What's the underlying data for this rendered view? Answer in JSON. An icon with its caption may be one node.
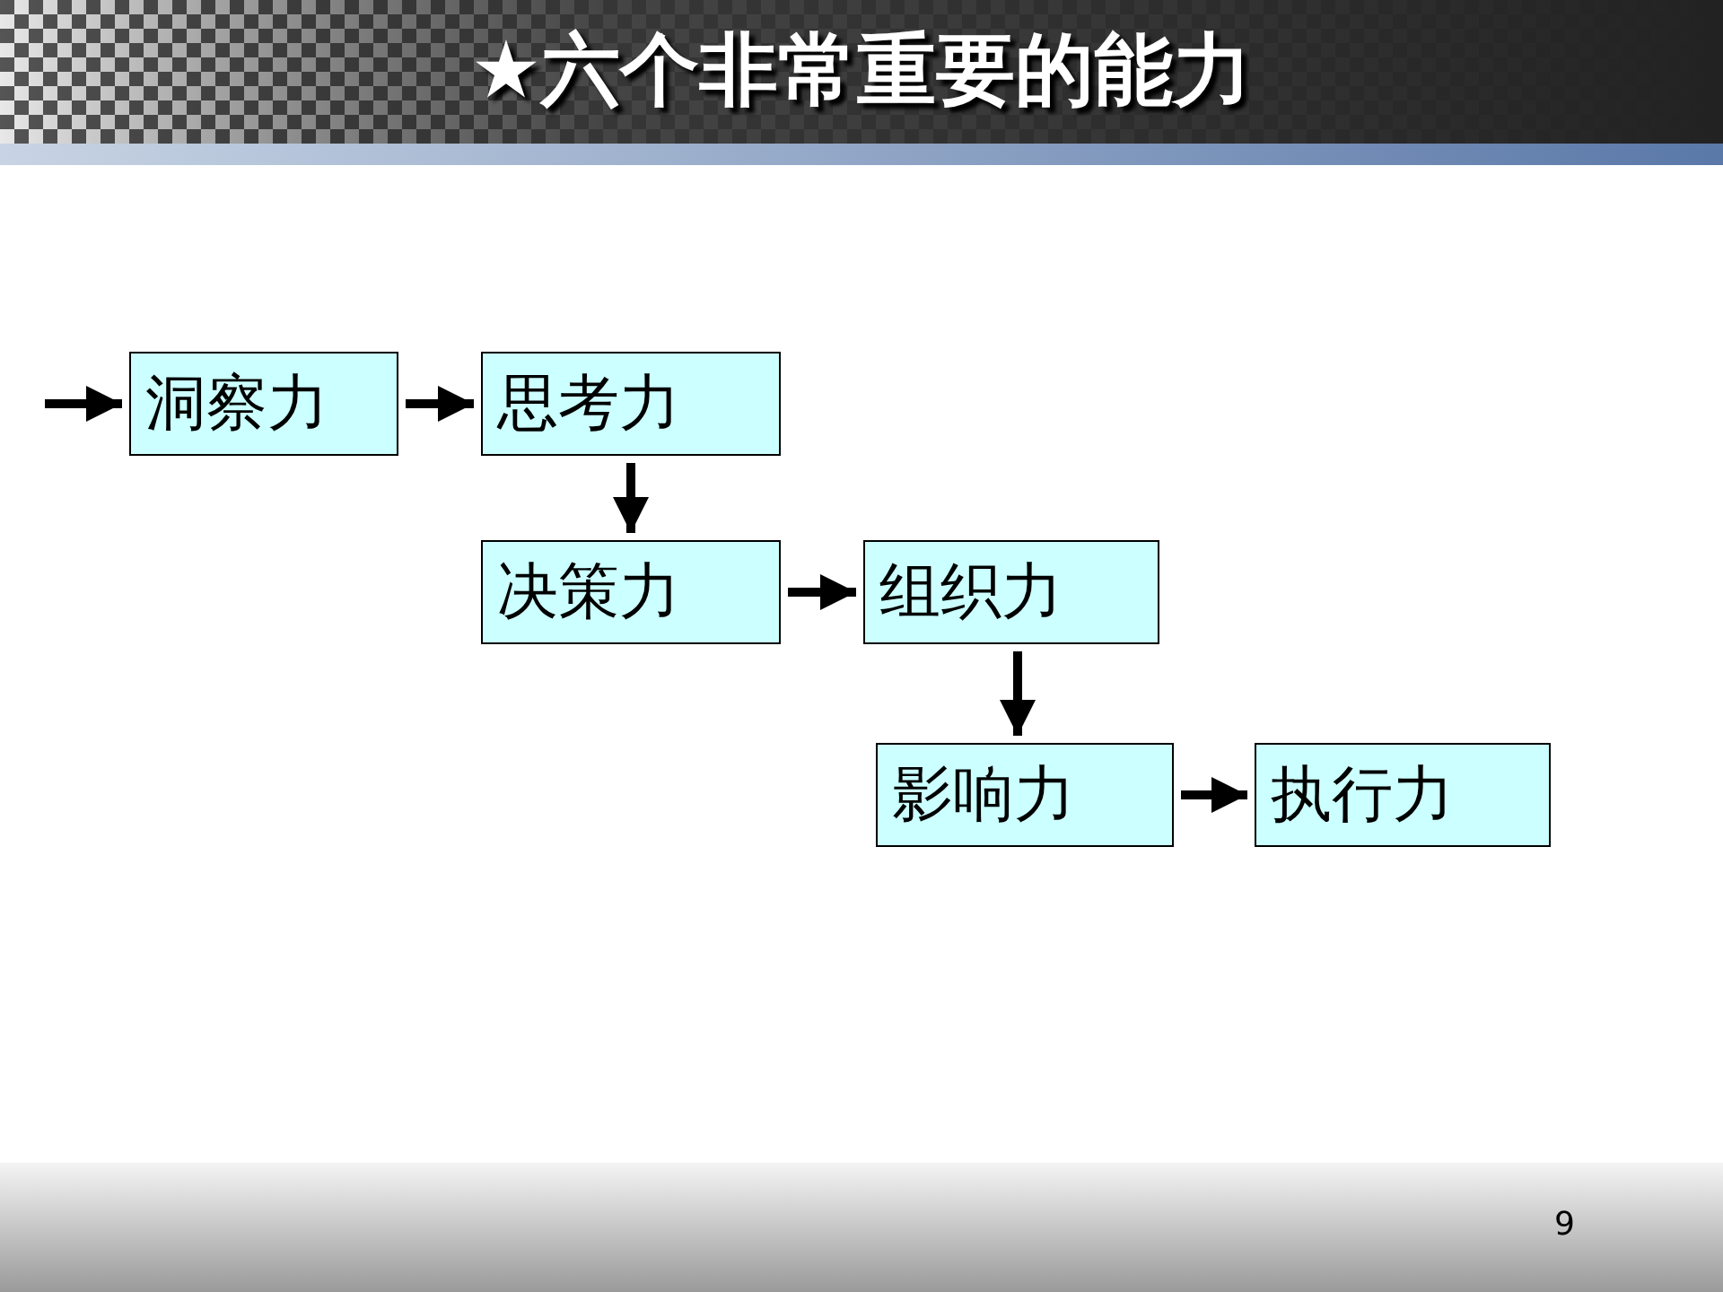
{
  "diagram": {
    "title": "★六个非常重要的能力",
    "nodes": [
      {
        "text": [
          "洞察力"
        ]
      },
      {
        "text": [
          "思考力"
        ]
      },
      {
        "text": [
          "决策力"
        ]
      },
      {
        "text": [
          "组织力"
        ]
      },
      {
        "text": [
          "影响力"
        ]
      },
      {
        "text": [
          "执行力"
        ]
      }
    ],
    "edges": [
      {
        "from": null,
        "to": 0,
        "arrow": "to"
      },
      {
        "from": 0,
        "to": 1,
        "arrow": "to"
      },
      {
        "from": 1,
        "to": 2,
        "arrow": "to"
      },
      {
        "from": 2,
        "to": 3,
        "arrow": "to"
      },
      {
        "from": 3,
        "to": 4,
        "arrow": "to"
      },
      {
        "from": 4,
        "to": 5,
        "arrow": "to"
      }
    ],
    "labels": [
      "9"
    ]
  }
}
